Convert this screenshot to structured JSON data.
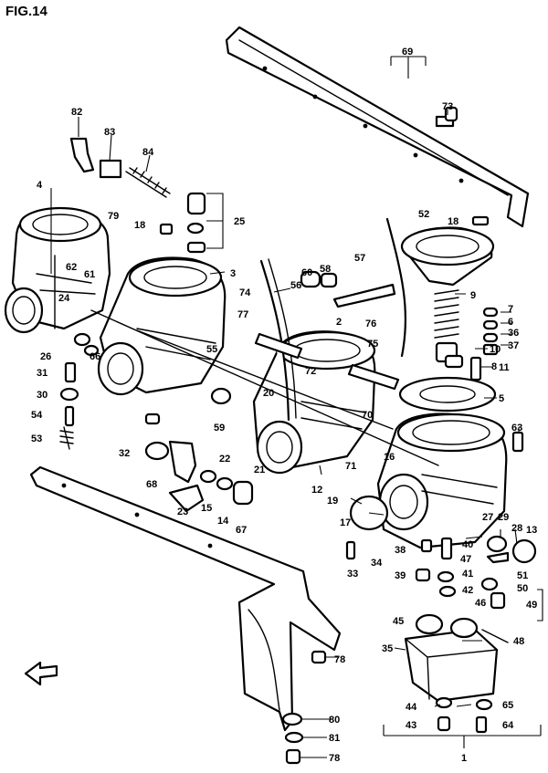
{
  "figure": {
    "title": "FIG.14"
  },
  "callouts": [
    "1",
    "2",
    "3",
    "4",
    "5",
    "6",
    "7",
    "8",
    "9",
    "10",
    "11",
    "12",
    "13",
    "14",
    "15",
    "16",
    "17",
    "18",
    "19",
    "20",
    "21",
    "22",
    "23",
    "24",
    "25",
    "26",
    "27",
    "28",
    "29",
    "30",
    "31",
    "32",
    "33",
    "34",
    "35",
    "36",
    "37",
    "38",
    "39",
    "40",
    "41",
    "42",
    "43",
    "44",
    "45",
    "46",
    "47",
    "48",
    "49",
    "50",
    "51",
    "52",
    "53",
    "54",
    "55",
    "56",
    "57",
    "58",
    "59",
    "60",
    "61",
    "62",
    "63",
    "64",
    "65",
    "66",
    "67",
    "68",
    "69",
    "70",
    "71",
    "72",
    "73",
    "74",
    "75",
    "76",
    "77",
    "78",
    "79",
    "80",
    "81",
    "82",
    "83",
    "84"
  ],
  "colors": {
    "ink": "#000000",
    "paper": "#ffffff"
  },
  "icons": {
    "front-arrow": "direction-arrow-icon"
  }
}
